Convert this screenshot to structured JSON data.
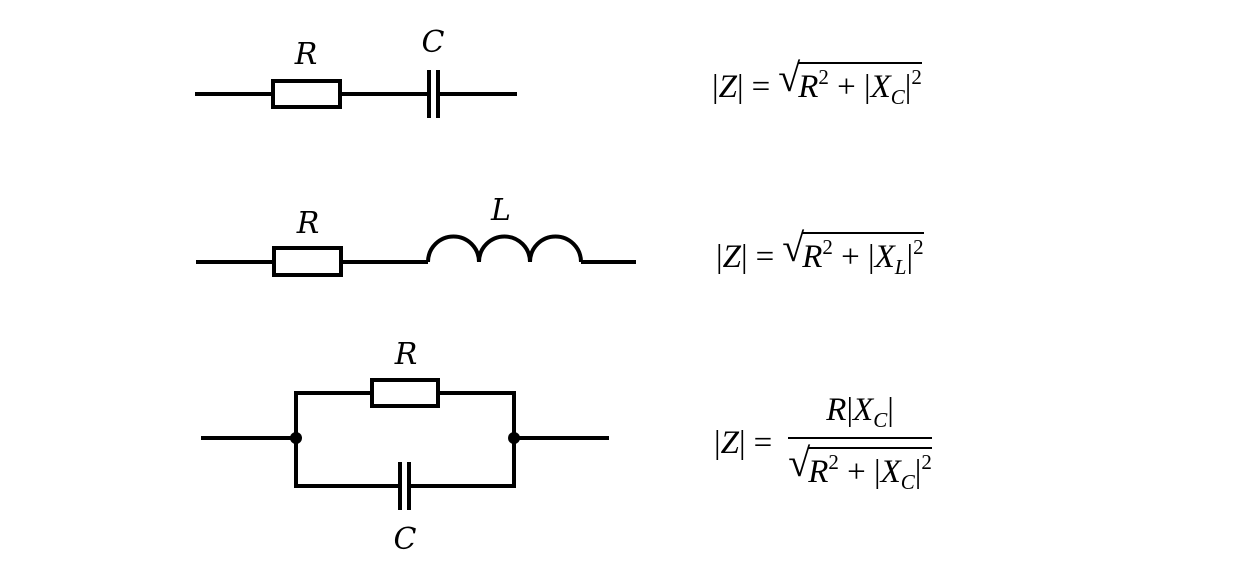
{
  "circuits": [
    {
      "id": "rc-series",
      "labels": {
        "resistor": "R",
        "capacitor": "C"
      },
      "formula": {
        "lhs": "|Z|",
        "eq": "=",
        "r": "R",
        "sq": "2",
        "plus": "+",
        "bar": "|",
        "x": "X",
        "sub": "C"
      }
    },
    {
      "id": "rl-series",
      "labels": {
        "resistor": "R",
        "inductor": "L"
      },
      "formula": {
        "lhs": "|Z|",
        "eq": "=",
        "r": "R",
        "sq": "2",
        "plus": "+",
        "bar": "|",
        "x": "X",
        "sub": "L"
      }
    },
    {
      "id": "rc-parallel",
      "labels": {
        "resistor": "R",
        "capacitor": "C"
      },
      "formula": {
        "lhs": "|Z|",
        "eq": "=",
        "r": "R",
        "sq": "2",
        "plus": "+",
        "bar": "|",
        "x": "X",
        "sub": "C"
      }
    }
  ]
}
